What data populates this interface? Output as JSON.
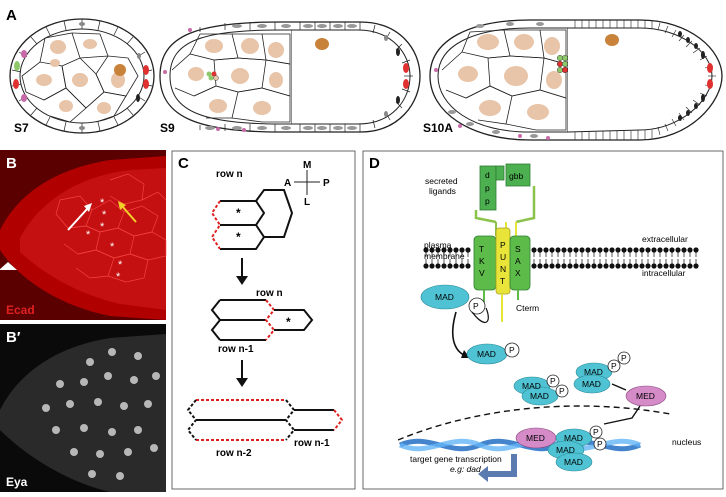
{
  "panels": {
    "A": {
      "letter": "A",
      "stages": [
        "S7",
        "S9",
        "S10A"
      ]
    },
    "B": {
      "letter": "B",
      "stain": "Ecad"
    },
    "B_prime": {
      "letter": "B′",
      "stain": "Eya"
    },
    "C": {
      "letter": "C",
      "compass": {
        "north": "M",
        "south": "L",
        "west": "A",
        "east": "P"
      },
      "step1": {
        "row_top": "row n"
      },
      "step2": {
        "row_top": "row n",
        "row_bottom": "row n-1"
      },
      "step3": {
        "row_left": "row n-2",
        "row_right": "row n-1"
      },
      "marker": "*"
    },
    "D": {
      "letter": "D",
      "ligands_label_1": "secreted",
      "ligands_label_2": "ligands",
      "dpp": [
        "d",
        "p",
        "p"
      ],
      "gbb": "gbb",
      "extracellular": "extracellular",
      "intracellular": "intracellular",
      "membrane_1": "plasma",
      "membrane_2": "membrane",
      "receptor_left": [
        "T",
        "K",
        "V"
      ],
      "receptor_mid": [
        "P",
        "U",
        "N",
        "T"
      ],
      "receptor_right": [
        "S",
        "A",
        "X"
      ],
      "cterm": "Cterm",
      "mad": "MAD",
      "med": "MED",
      "p": "P",
      "nucleus": "nucleus",
      "target_1": "target gene transcription",
      "target_2": "e.g: dad"
    }
  },
  "colors": {
    "nurse_nucleus": "#e8c4a8",
    "oocyte_nucleus": "#c8823a",
    "red_cell": "#e03030",
    "green_cell": "#8dc86a",
    "magenta_cell": "#c86aa8",
    "mad": "#4fc3d3",
    "med": "#d48bc8",
    "tkv": "#5dbb4a",
    "punt": "#e8e43a",
    "ligand": "#4caf50"
  }
}
